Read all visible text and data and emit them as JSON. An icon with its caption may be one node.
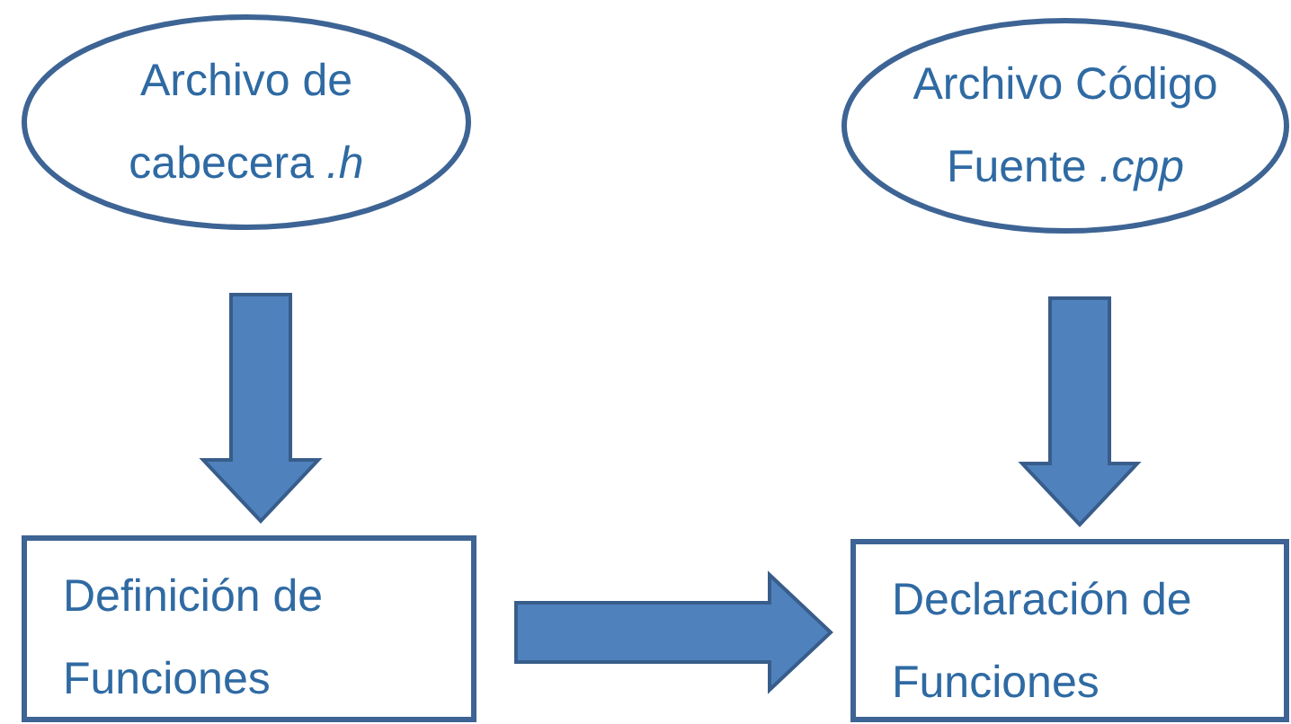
{
  "diagram": {
    "nodes": [
      {
        "text": [
          "Archivo de cabecera *.h*"
        ]
      },
      {
        "text": [
          "Archivo Código Fuente *.cpp*"
        ]
      },
      {
        "text": [
          "Definición de Funciones"
        ]
      },
      {
        "text": [
          "Declaración de Funciones"
        ]
      }
    ],
    "edges": [
      {
        "from": 0,
        "to": 2,
        "arrow": "to"
      },
      {
        "from": 1,
        "to": 3,
        "arrow": "to"
      },
      {
        "from": 2,
        "to": 3,
        "arrow": "to"
      }
    ]
  }
}
